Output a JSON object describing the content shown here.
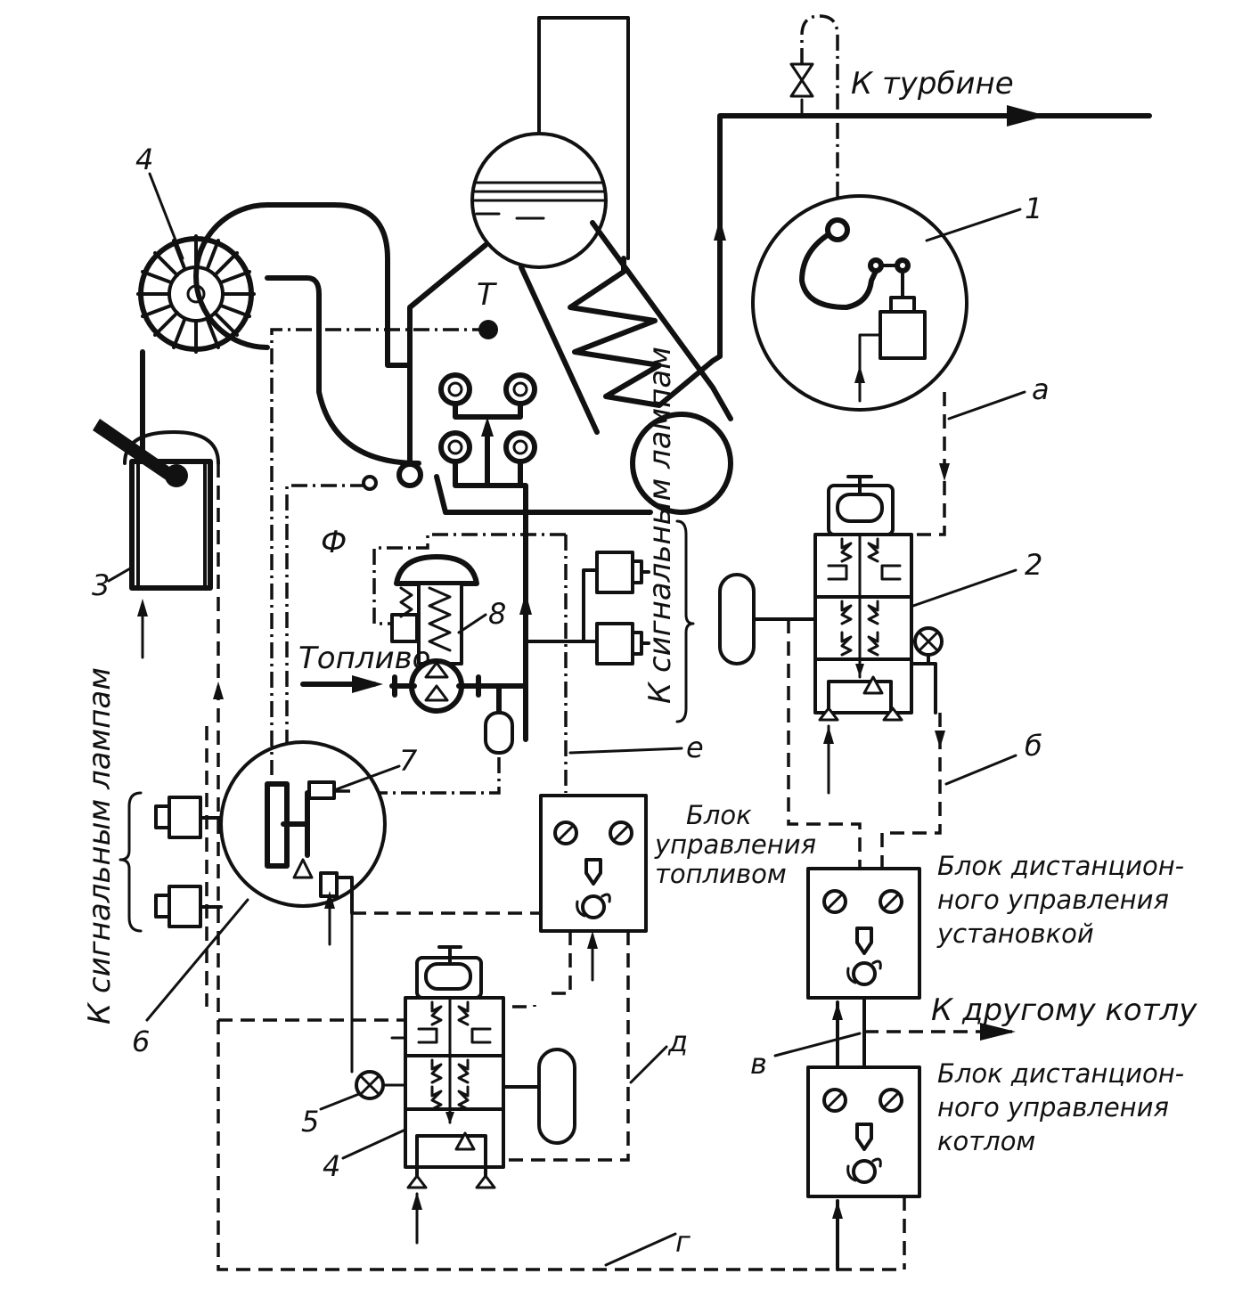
{
  "labels": {
    "to_turbine": "К турбине",
    "fuel": "Топливо",
    "to_signal_lamps_mid": "К сигнальным лампам",
    "to_signal_lamps_left": "К сигнальным лампам",
    "to_other_boiler": "К другому котлу",
    "temp_point": "Т",
    "filter": "Ф"
  },
  "blocks": {
    "fuel_control": [
      "Блок",
      "управления",
      "топливом"
    ],
    "plant_remote_control": [
      "Блок дистанцион-",
      "ного управления",
      "установкой"
    ],
    "boiler_remote_control": [
      "Блок дистанцион-",
      "ного управления",
      "котлом"
    ]
  },
  "numbers": {
    "n1": "1",
    "n2": "2",
    "n3": "3",
    "n4_fan": "4",
    "n4_reg": "4",
    "n5": "5",
    "n6": "6",
    "n7": "7",
    "n8": "8"
  },
  "lines": {
    "a": "а",
    "b": "б",
    "v": "в",
    "g": "г",
    "d": "д",
    "e": "е"
  }
}
